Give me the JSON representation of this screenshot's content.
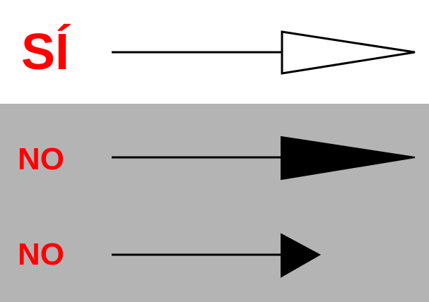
{
  "colors": {
    "top_background": "#ffffff",
    "bottom_background": "#b4b4b4",
    "label_color": "#ff0000",
    "arrow_color": "#000000"
  },
  "examples": [
    {
      "label": "SÍ",
      "arrowhead": "outline-long-triangle"
    },
    {
      "label": "NO",
      "arrowhead": "filled-long-triangle"
    },
    {
      "label": "NO",
      "arrowhead": "filled-short-triangle"
    }
  ]
}
